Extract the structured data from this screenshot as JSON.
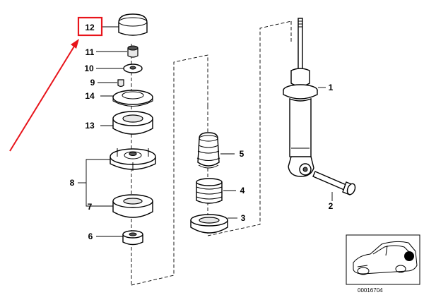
{
  "diagram": {
    "callouts": [
      "12",
      "11",
      "10",
      "9",
      "14",
      "13",
      "8",
      "7",
      "6",
      "5",
      "4",
      "3",
      "1",
      "2"
    ],
    "highlight_callout": "12",
    "highlight_color": "#e8141b",
    "reference_number": "00016704"
  }
}
